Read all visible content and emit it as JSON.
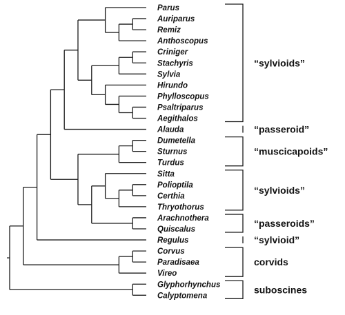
{
  "taxa": [
    "Parus",
    "Auriparus",
    "Remiz",
    "Anthoscopus",
    "Criniger",
    "Stachyris",
    "Sylvia",
    "Hirundo",
    "Phylloscopus",
    "Psaltriparus",
    "Aegithalos",
    "Alauda",
    "Dumetella",
    "Sturnus",
    "Turdus",
    "Sitta",
    "Polioptila",
    "Certhia",
    "Thryothorus",
    "Arachnothera",
    "Quiscalus",
    "Regulus",
    "Corvus",
    "Paradisaea",
    "Vireo",
    "Glyphorhynchus",
    "Calyptomena"
  ],
  "groups": [
    {
      "label": "“sylvioids”",
      "from": 0,
      "to": 10
    },
    {
      "label": "“passeroid”",
      "from": 11,
      "to": 11
    },
    {
      "label": "“muscicapoids”",
      "from": 12,
      "to": 14
    },
    {
      "label": "“sylvioids”",
      "from": 15,
      "to": 18
    },
    {
      "label": "“passeroids”",
      "from": 19,
      "to": 20
    },
    {
      "label": "“sylvioid”",
      "from": 21,
      "to": 21
    },
    {
      "label": "corvids",
      "from": 22,
      "to": 24
    },
    {
      "label": "suboscines",
      "from": 25,
      "to": 26
    }
  ],
  "tree": [
    [
      [
        [
          [
            [
              [
                0,
                [
                  [
                    1,
                    2
                  ],
                  3
                ]
              ],
              [
                [
                  [
                    4,
                    5
                  ],
                  6
                ],
                [
                  7,
                  [
                    8,
                    [
                      9,
                      10
                    ]
                  ]
                ]
              ]
            ],
            11
          ],
          [
            [
              [
                12,
                13
              ],
              14
            ],
            [
              [
                15,
                [
                  [
                    16,
                    17
                  ],
                  18
                ]
              ],
              [
                19,
                20
              ]
            ]
          ]
        ],
        21
      ],
      [
        [
          22,
          23
        ],
        24
      ]
    ],
    [
      25,
      26
    ]
  ]
}
